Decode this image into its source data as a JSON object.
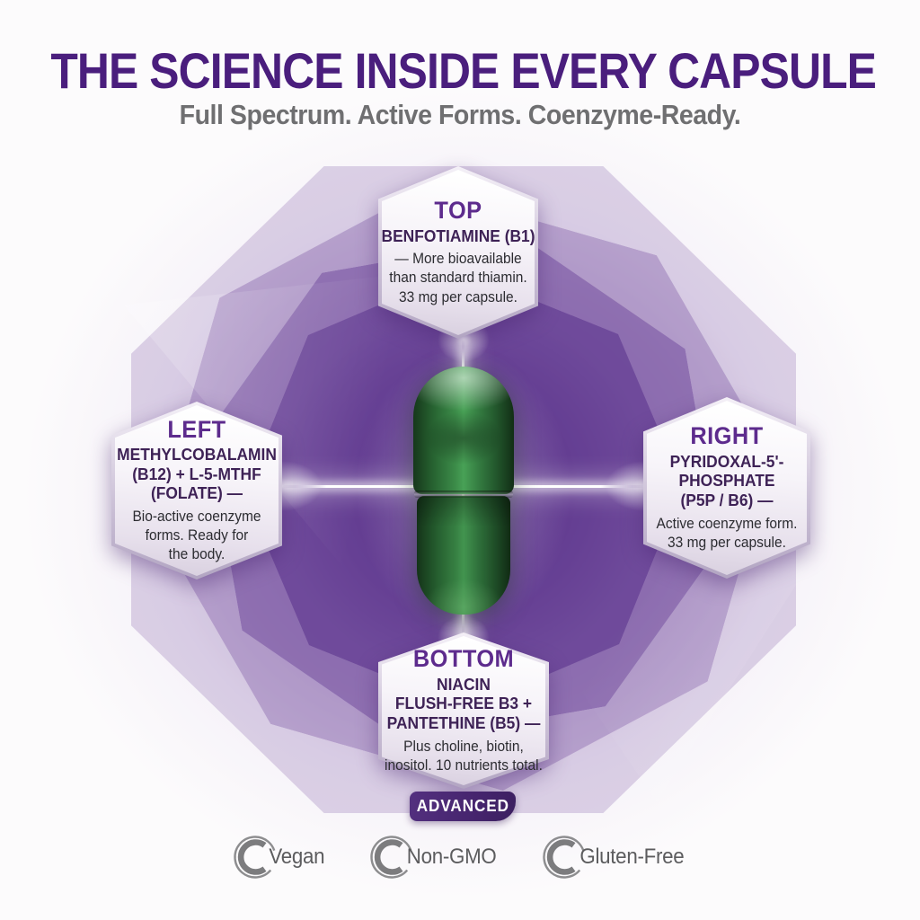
{
  "header": {
    "title": "THE SCIENCE INSIDE EVERY CAPSULE",
    "subtitle": "Full Spectrum. Active Forms. Coenzyme-Ready."
  },
  "callouts": {
    "top": {
      "position_label": "TOP",
      "compound_lines": [
        "BENFOTIAMINE (B1)"
      ],
      "desc_lines": [
        "— More bioavailable",
        "than standard thiamin.",
        "33 mg per capsule."
      ]
    },
    "left": {
      "position_label": "LEFT",
      "compound_lines": [
        "METHYLCOBALAMIN",
        "(B12) + L-5-MTHF",
        "(FOLATE) —"
      ],
      "desc_lines": [
        "Bio-active coenzyme",
        "forms. Ready for",
        "the body."
      ]
    },
    "right": {
      "position_label": "RIGHT",
      "compound_lines": [
        "PYRIDOXAL-5'-",
        "PHOSPHATE",
        "(P5P / B6) —"
      ],
      "desc_lines": [
        "Active coenzyme form.",
        "33 mg per capsule."
      ]
    },
    "bottom": {
      "position_label": "BOTTOM",
      "compound_lines": [
        "NIACIN",
        "FLUSH-FREE B3 +",
        "PANTETHINE (B5) —"
      ],
      "desc_lines": [
        "Plus choline, biotin,",
        "inositol. 10 nutrients total."
      ]
    }
  },
  "badge": {
    "label": "ADVANCED"
  },
  "certifications": [
    {
      "label": "Vegan",
      "icon": "circle-c-icon"
    },
    {
      "label": "Non-GMO",
      "icon": "circle-c-icon"
    },
    {
      "label": "Gluten-Free",
      "icon": "circle-c-icon"
    }
  ],
  "capsule": {
    "description": "green gelatin capsule",
    "color": "#2e7038"
  },
  "palette": {
    "title_purple": "#4a1e7d",
    "subtitle_gray": "#6f6f71",
    "heading_purple": "#5d2b8d",
    "compound_purple": "#3e2256",
    "body_text": "#2c2c31",
    "badge_purple": "#46256e",
    "background_purple": "#6a3d96",
    "cert_gray": "#5c5c5e"
  }
}
